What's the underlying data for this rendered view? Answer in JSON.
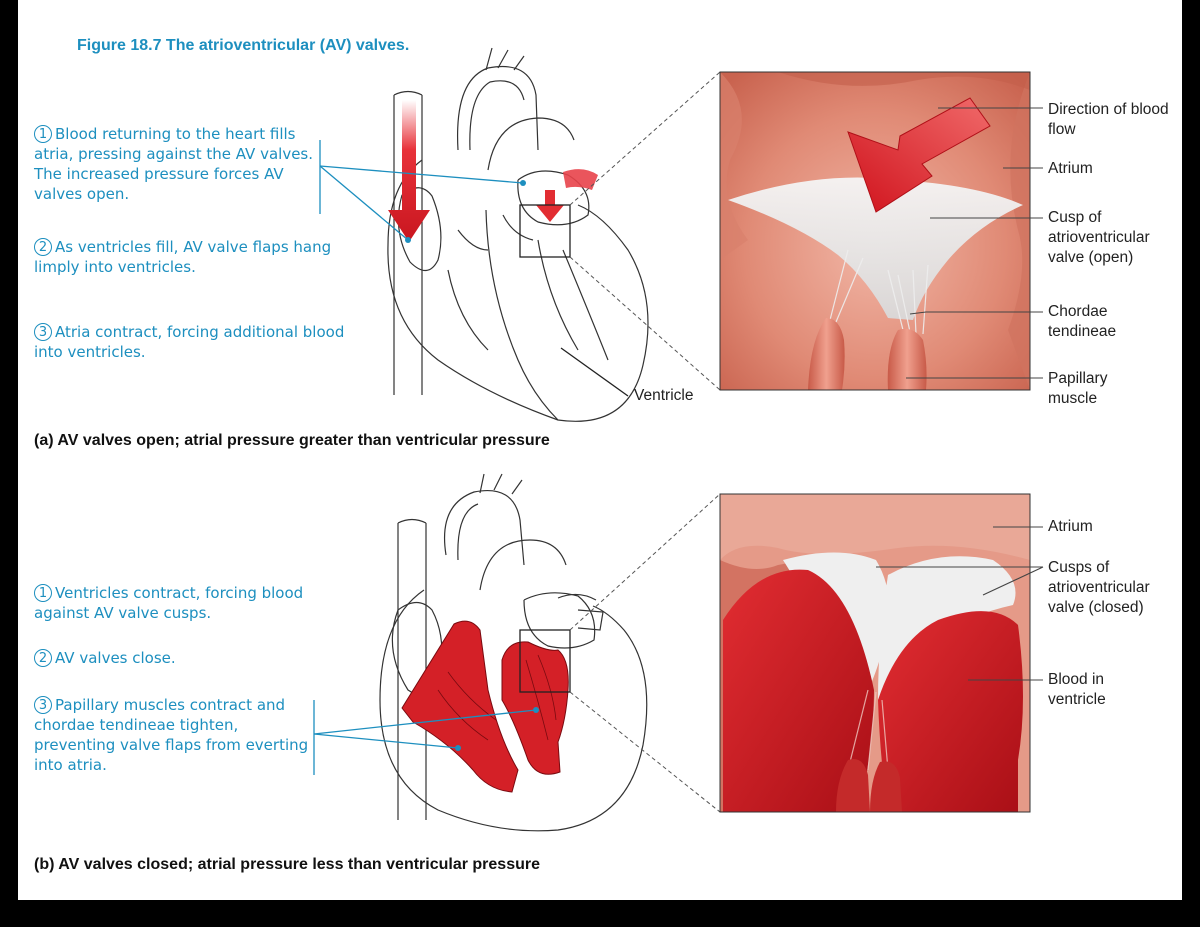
{
  "figure": {
    "title": "Figure 18.7 The atrioventricular (AV) valves."
  },
  "panel_a": {
    "steps": [
      {
        "num": "1",
        "text": "Blood returning to the heart fills atria, pressing against the AV valves. The increased pressure forces AV valves open."
      },
      {
        "num": "2",
        "text": "As ventricles fill, AV valve flaps hang limply into ventricles."
      },
      {
        "num": "3",
        "text": "Atria contract, forcing additional blood into ventricles."
      }
    ],
    "ventricle_label": "Ventricle",
    "labels": {
      "direction": "Direction of blood flow",
      "atrium": "Atrium",
      "cusp": "Cusp of atrioventricular valve (open)",
      "chordae": "Chordae tendineae",
      "papillary": "Papillary muscle"
    },
    "caption": "(a) AV valves open; atrial pressure greater than ventricular pressure"
  },
  "panel_b": {
    "steps": [
      {
        "num": "1",
        "text": "Ventricles contract, forcing blood against AV valve cusps."
      },
      {
        "num": "2",
        "text": "AV valves close."
      },
      {
        "num": "3",
        "text": "Papillary muscles contract and chordae tendineae tighten, preventing valve flaps from everting into atria."
      }
    ],
    "labels": {
      "atrium": "Atrium",
      "cusps": "Cusps of atrioventricular valve (closed)",
      "blood": "Blood in ventricle"
    },
    "caption": "(b) AV valves closed; atrial pressure less than ventricular pressure"
  },
  "colors": {
    "accent": "#1d8fbf",
    "blood_red": "#d42027",
    "tissue": "#e59a88"
  }
}
